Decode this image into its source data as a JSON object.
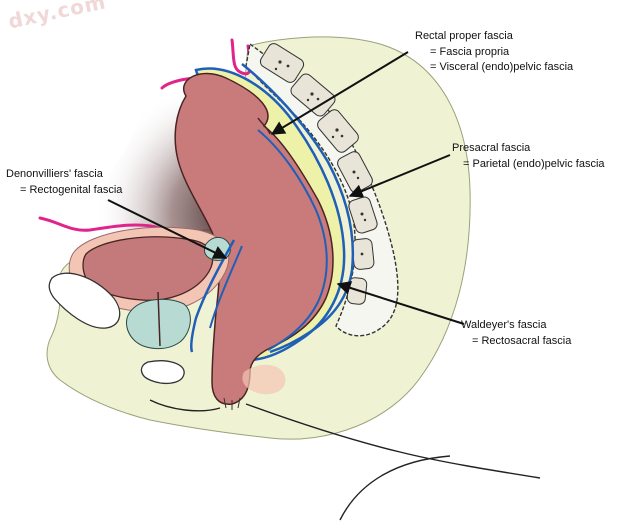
{
  "watermark": "dxy.com",
  "labels": {
    "rectal_proper": {
      "title": "Rectal proper fascia",
      "alt1": "= Fascia propria",
      "alt2": "= Visceral (endo)pelvic fascia"
    },
    "presacral": {
      "title": "Presacral fascia",
      "alt1": "= Parietal (endo)pelvic fascia"
    },
    "denonvilliers": {
      "title": "Denonvilliers' fascia",
      "alt1": "= Rectogenital fascia"
    },
    "waldeyer": {
      "title": "Waldeyer's fascia",
      "alt1": "= Rectosacral fascia"
    }
  },
  "colors": {
    "rectum": "#c97b7b",
    "rectum_outline": "#4a2424",
    "fascia_blue": "#1f5fb8",
    "mesorectum_yellow": "#eef2a8",
    "pelvis_cream": "#f0f3d3",
    "peritoneum_pink": "#e0248c",
    "bladder": "#c47a7a",
    "bladder_rim": "#f3c5b4",
    "prostate_teal": "#b7dbd3",
    "shadow": "#4a2c2c"
  }
}
